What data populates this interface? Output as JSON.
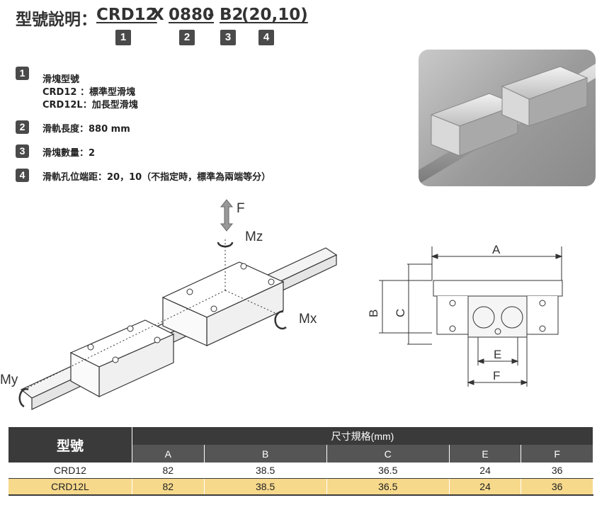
{
  "header": {
    "title": "型號說明：",
    "code": {
      "p1": "CRD12",
      "x": "X",
      "p2": "0880",
      "dash": "-",
      "p3": "B2",
      "p4": "(20,10)"
    },
    "badges": [
      "1",
      "2",
      "3",
      "4"
    ]
  },
  "legend": [
    {
      "num": "1",
      "lines": [
        "滑塊型號",
        "CRD12 ：標準型滑塊",
        "CRD12L：加長型滑塊"
      ]
    },
    {
      "num": "2",
      "lines": [
        "滑軌長度：880 mm"
      ]
    },
    {
      "num": "3",
      "lines": [
        "滑塊數量：2"
      ]
    },
    {
      "num": "4",
      "lines": [
        "滑軌孔位端距：20，10（不指定時，標準為兩端等分）"
      ]
    }
  ],
  "diagram": {
    "labels": {
      "f": "F",
      "mz": "Mz",
      "mx": "Mx",
      "my": "My"
    }
  },
  "section": {
    "labels": {
      "a": "A",
      "b": "B",
      "c": "C",
      "e": "E",
      "f": "F"
    }
  },
  "table": {
    "model_header": "型號",
    "group_header": "尺寸規格(mm)",
    "columns": [
      "A",
      "B",
      "C",
      "E",
      "F"
    ],
    "rows": [
      {
        "model": "CRD12",
        "values": [
          "82",
          "38.5",
          "36.5",
          "24",
          "36"
        ]
      },
      {
        "model": "CRD12L",
        "values": [
          "82",
          "38.5",
          "36.5",
          "24",
          "36"
        ]
      }
    ]
  },
  "colors": {
    "badge": "#4a4a4a",
    "header_dark": "#3a3a3a",
    "highlight_row": "#f7d98c"
  }
}
